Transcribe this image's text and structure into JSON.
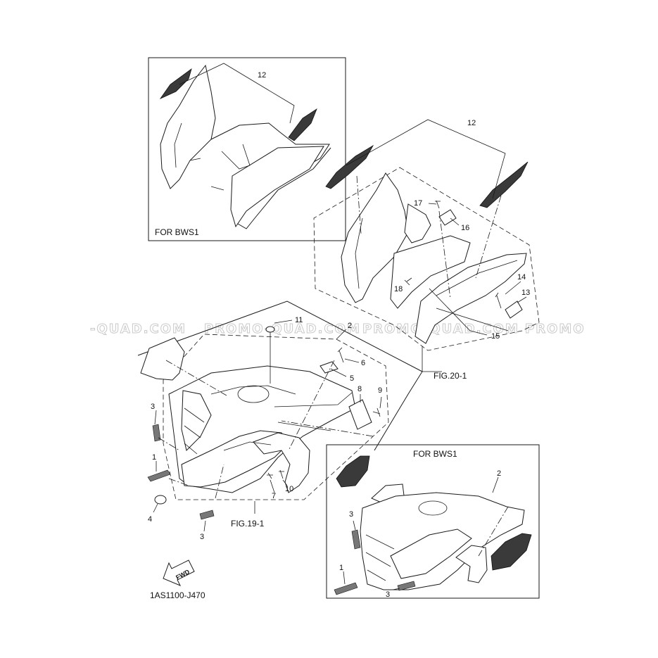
{
  "watermarks": [
    "-QUAD.COM",
    "PROMO-QUAD.COM",
    "PROMO-QUAD.COM",
    "PROMO"
  ],
  "inset_top": {
    "caption": "FOR BWS1",
    "callout": "12"
  },
  "inset_bottom": {
    "caption": "FOR BWS1",
    "callouts": [
      "2",
      "3",
      "1",
      "3"
    ]
  },
  "rear_assembly": {
    "figure_ref": "FIG.20-1",
    "callouts": [
      "12",
      "17",
      "16",
      "18",
      "14",
      "13",
      "15"
    ]
  },
  "front_assembly": {
    "figure_ref": "FIG.19-1",
    "callouts": [
      "11",
      "2",
      "6",
      "5",
      "8",
      "9",
      "3",
      "1",
      "4",
      "7",
      "10",
      "3"
    ]
  },
  "fwd_arrow": "FWD",
  "drawing_number": "1AS1100-J470",
  "colors": {
    "line": "#1a1a1a",
    "background": "#ffffff",
    "watermark": "#c9c9c9"
  }
}
